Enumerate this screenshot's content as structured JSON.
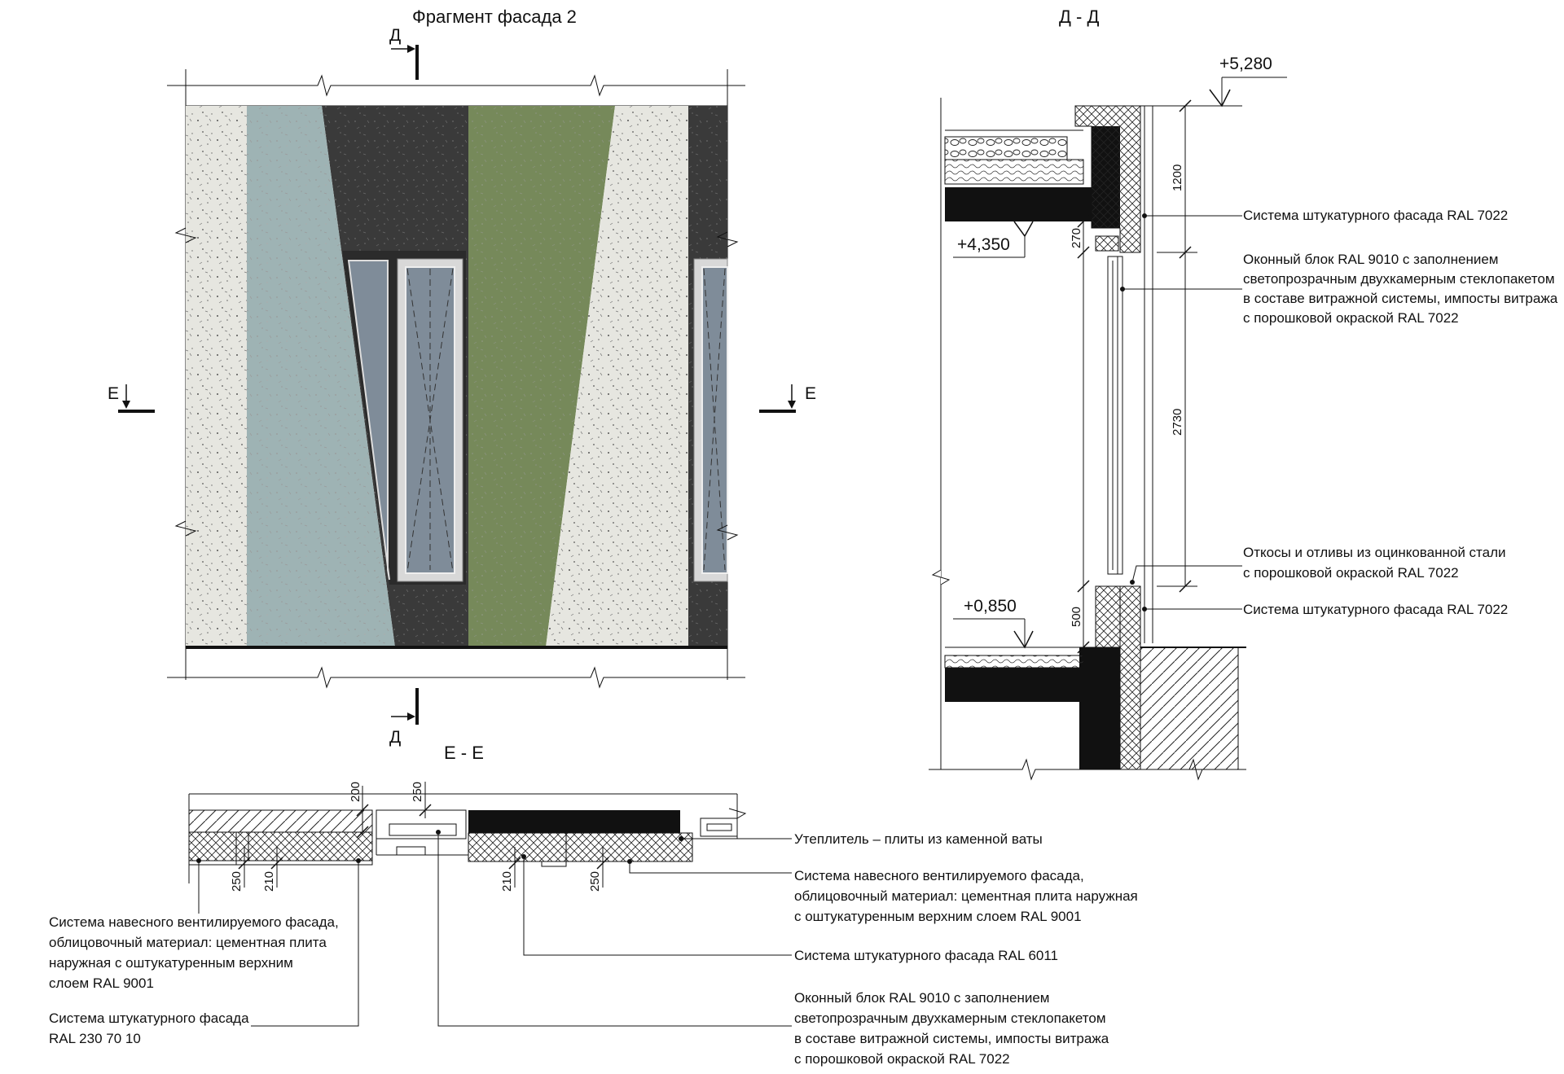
{
  "titles": {
    "facade": "Фрагмент фасада 2",
    "section_dd": "Д - Д",
    "section_ee": "Е - Е"
  },
  "cut_marks": {
    "d": "Д",
    "e": "Е"
  },
  "levels": {
    "top": "+5,280",
    "mid": "+4,350",
    "low": "+0,850"
  },
  "dims_dd": {
    "d1200": "1200",
    "d270": "270",
    "d2730": "2730",
    "d500": "500"
  },
  "dims_ee": {
    "d200": "200",
    "d250a": "250",
    "d250b": "250",
    "d210a": "210",
    "d210b": "210",
    "d250c": "250"
  },
  "callouts_dd": [
    {
      "lines": [
        "Система штукатурного фасада RAL 7022"
      ]
    },
    {
      "lines": [
        "Оконный блок RAL 9010 с заполнением",
        "светопрозрачным двухкамерным стеклопакетом",
        "в составе витражной системы, импосты витража",
        "с порошковой окраской RAL 7022"
      ]
    },
    {
      "lines": [
        "Откосы и отливы из оцинкованной стали",
        "с порошковой окраской RAL 7022"
      ]
    },
    {
      "lines": [
        "Система штукатурного фасада RAL 7022"
      ]
    }
  ],
  "callouts_ee_right": [
    {
      "lines": [
        "Утеплитель – плиты из каменной ваты"
      ]
    },
    {
      "lines": [
        "Система навесного вентилируемого фасада,",
        "облицовочный материал: цементная плита наружная",
        "с оштукатуренным верхним слоем RAL 9001"
      ]
    },
    {
      "lines": [
        "Система штукатурного фасада RAL 6011"
      ]
    },
    {
      "lines": [
        "Оконный блок RAL 9010 с заполнением",
        "светопрозрачным двухкамерным стеклопакетом",
        "в составе витражной системы, импосты витража",
        "с порошковой окраской RAL 7022"
      ]
    }
  ],
  "callouts_ee_left": [
    {
      "lines": [
        "Система навесного вентилируемого фасада,",
        "облицовочный материал: цементная плита",
        "наружная с оштукатуренным верхним",
        "слоем RAL 9001"
      ]
    },
    {
      "lines": [
        "Система штукатурного фасада",
        "RAL 230 70 10"
      ]
    }
  ],
  "colors": {
    "light_plaster": "#e6e6e0",
    "blue_grey": "#9eb3b4",
    "dark_grey": "#3a3a3a",
    "olive_green": "#76895a",
    "glass": "#7f8c99",
    "frame": "#d8d8d8"
  }
}
